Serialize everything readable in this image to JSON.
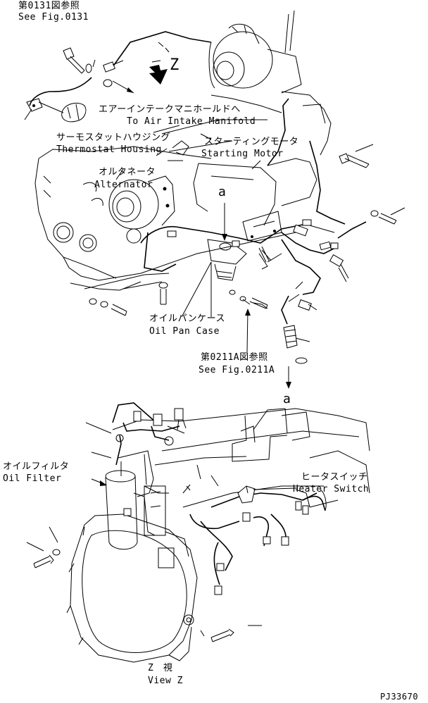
{
  "labels": {
    "ref_0131_jp": "第0131図参照",
    "ref_0131_en": "See Fig.0131",
    "arrow_letter": "Z",
    "air_intake_jp": "エアーインテークマニホールドへ",
    "air_intake_en": "To Air Intake Manifold",
    "thermostat_jp": "サーモスタットハウジング",
    "thermostat_en": "Thermostat Housing",
    "starting_motor_jp": "スターティングモータ",
    "starting_motor_en": "Starting Motor",
    "alternator_jp": "オルタネータ",
    "alternator_en": "Alternator",
    "callout_a_top": "a",
    "oil_pan_jp": "オイルパンケース",
    "oil_pan_en": "Oil Pan Case",
    "ref_0211a_jp": "第0211A図参照",
    "ref_0211a_en": "See Fig.0211A",
    "callout_a_bottom": "a",
    "oil_filter_jp": "オイルフィルタ",
    "oil_filter_en": "Oil Filter",
    "heater_switch_jp": "ヒータスイッチ",
    "heater_switch_en": "Heater Switch",
    "view_z_jp": "Z　視",
    "view_z_en": "View Z",
    "drawing_code": "PJ33670"
  },
  "icons": [
    "arrow-z-icon",
    "bolt-icon",
    "washer-icon",
    "sensor-icon",
    "connector-icon"
  ]
}
